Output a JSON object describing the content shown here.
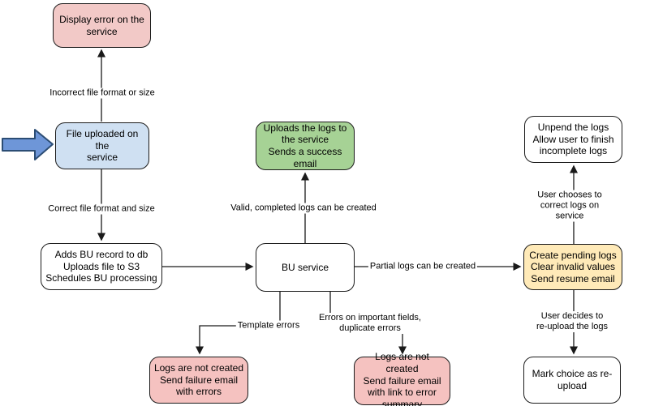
{
  "diagram": {
    "nodes": {
      "display_error": {
        "label": "Display error on the\nservice",
        "fill": "#f2c9c7"
      },
      "file_uploaded": {
        "label": "File uploaded on the\nservice",
        "fill": "#cfe0f2"
      },
      "adds_bu_record": {
        "label": "Adds BU record to db\nUploads file to S3\nSchedules BU processing",
        "fill": "#ffffff"
      },
      "bu_service": {
        "label": "BU service",
        "fill": "#ffffff"
      },
      "uploads_logs": {
        "label": "Uploads the logs to the service\nSends a success email",
        "fill": "#a6d295"
      },
      "unpend_logs": {
        "label": "Unpend the logs\nAllow user to finish incomplete logs",
        "fill": "#ffffff"
      },
      "create_pending_logs": {
        "label": "Create pending logs\nClear invalid values\nSend resume email",
        "fill": "#ffeab8"
      },
      "mark_choice": {
        "label": "Mark choice as re-upload",
        "fill": "#ffffff"
      },
      "failure_template": {
        "label": "Logs are not created\nSend failure email with errors",
        "fill": "#f5c2c0"
      },
      "failure_fields": {
        "label": "Logs are not created\nSend failure email with link to error summary",
        "fill": "#f5c2c0"
      }
    },
    "edge_labels": {
      "incorrect_format": "Incorrect file format or size",
      "correct_format": "Correct file format and size",
      "valid_logs": "Valid, completed logs can be created",
      "partial_logs": "Partial logs can be created",
      "choose_correct": "User chooses to correct logs on service",
      "reupload": "User decides to re-upload the logs",
      "template_errors": "Template errors",
      "important_errors": "Errors on important fields,\nduplicate errors"
    },
    "colors": {
      "line_stroke": "#1a1a1a",
      "node_border": "#1c1c1c",
      "entry_arrow_fill": "#6e96d8",
      "entry_arrow_stroke": "#2c4d74"
    }
  }
}
